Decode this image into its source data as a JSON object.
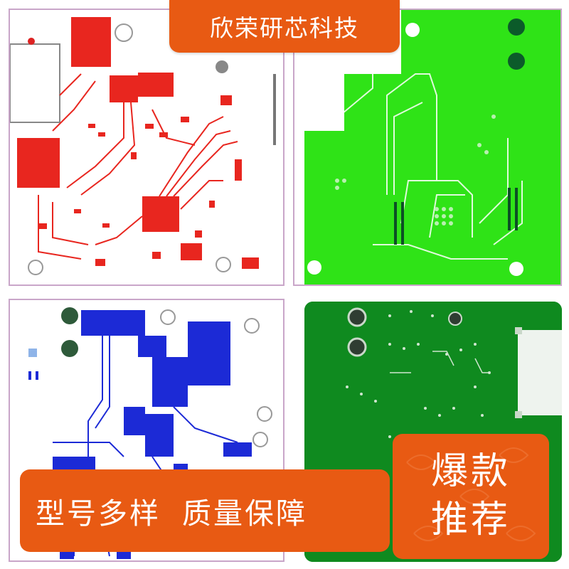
{
  "banner": {
    "company": "欣荣研芯科技"
  },
  "slogans": {
    "variety": "型号多样",
    "quality": "质量保障"
  },
  "badge": {
    "line1": "爆款",
    "line2": "推荐"
  },
  "colors": {
    "accent": "#e85a13",
    "red_traces": "#e8261f",
    "lime_board": "#2fe317",
    "blue_traces": "#1c2ad6",
    "green_board": "#0f8a1f"
  }
}
